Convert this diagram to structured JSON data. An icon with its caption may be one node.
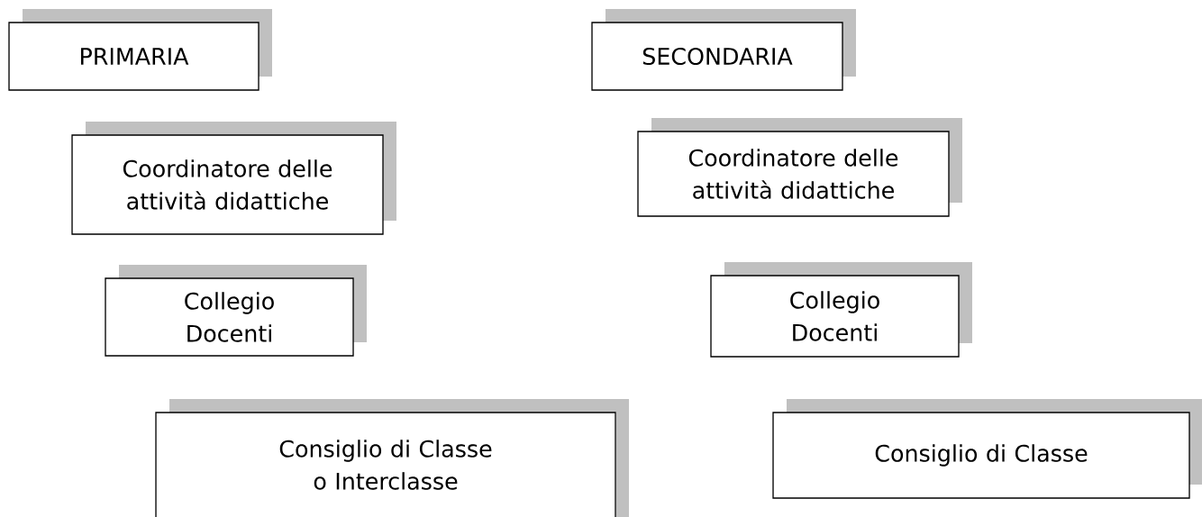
{
  "diagram": {
    "nodes": [
      {
        "text": [
          "PRIMARIA"
        ]
      },
      {
        "text": [
          "SECONDARIA"
        ]
      },
      {
        "text": [
          "Coordinatore delle attività didattiche"
        ]
      },
      {
        "text": [
          "Coordinatore delle attività didattiche"
        ]
      },
      {
        "text": [
          "Collegio Docenti"
        ]
      },
      {
        "text": [
          "Collegio Docenti"
        ]
      },
      {
        "text": [
          "Consiglio di Classe o Interclasse"
        ]
      },
      {
        "text": [
          "Consiglio di Classe"
        ]
      }
    ]
  }
}
